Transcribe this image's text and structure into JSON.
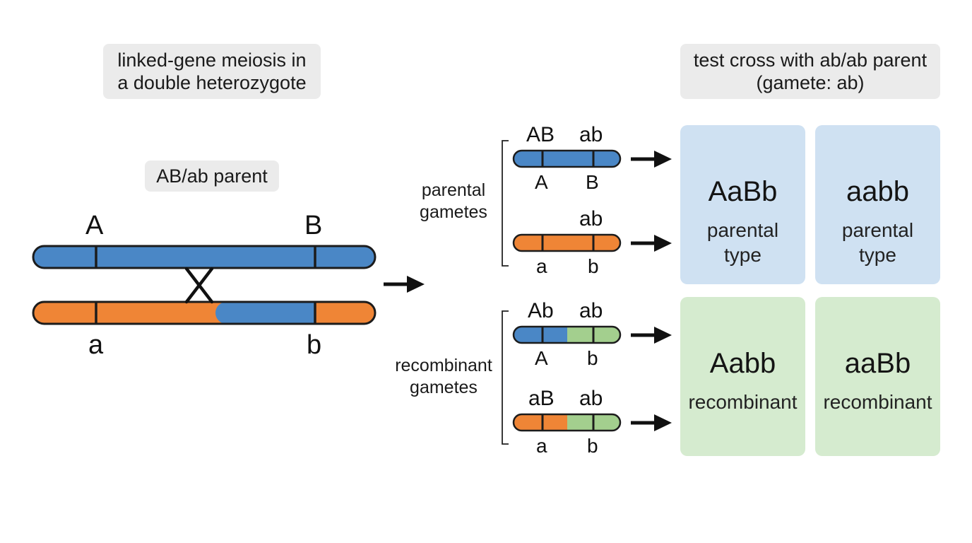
{
  "titles": {
    "left": [
      "linked-gene meiosis in",
      "a double heterozygote"
    ],
    "right": [
      "test cross with ab/ab parent",
      "(gamete: ab)"
    ]
  },
  "parent_label": "AB/ab parent",
  "parent_chromosomes": {
    "top_labels": [
      "A",
      "B"
    ],
    "bottom_labels": [
      "a",
      "b"
    ]
  },
  "groups": {
    "parental": [
      "parental",
      "gametes"
    ],
    "recombinant": [
      "recombinant",
      "gametes"
    ]
  },
  "gametes": [
    {
      "top_left": "AB",
      "top_right": "ab",
      "bottom_left": "A",
      "bottom_right": "B"
    },
    {
      "top_left": "",
      "top_right": "ab",
      "bottom_left": "a",
      "bottom_right": "b"
    },
    {
      "top_left": "Ab",
      "top_right": "ab",
      "bottom_left": "A",
      "bottom_right": "b"
    },
    {
      "top_left": "aB",
      "top_right": "ab",
      "bottom_left": "a",
      "bottom_right": "b"
    }
  ],
  "offspring": [
    {
      "genotype": "AaBb",
      "type": [
        "parental",
        "type"
      ]
    },
    {
      "genotype": "aabb",
      "type": [
        "parental",
        "type"
      ]
    },
    {
      "genotype": "Aabb",
      "type": [
        "recombinant"
      ]
    },
    {
      "genotype": "aaBb",
      "type": [
        "recombinant"
      ]
    }
  ],
  "colors": {
    "dominant_chromatid": "#4a87c6",
    "recessive_chromatid": "#ef8536",
    "tester_chromatid": "#a3cf8e",
    "parental_card": "#cfe1f2",
    "recombinant_card": "#d5ebcf",
    "label_background": "#ebebeb"
  },
  "icons": [
    "crossover-x-icon",
    "right-arrow-icon"
  ]
}
